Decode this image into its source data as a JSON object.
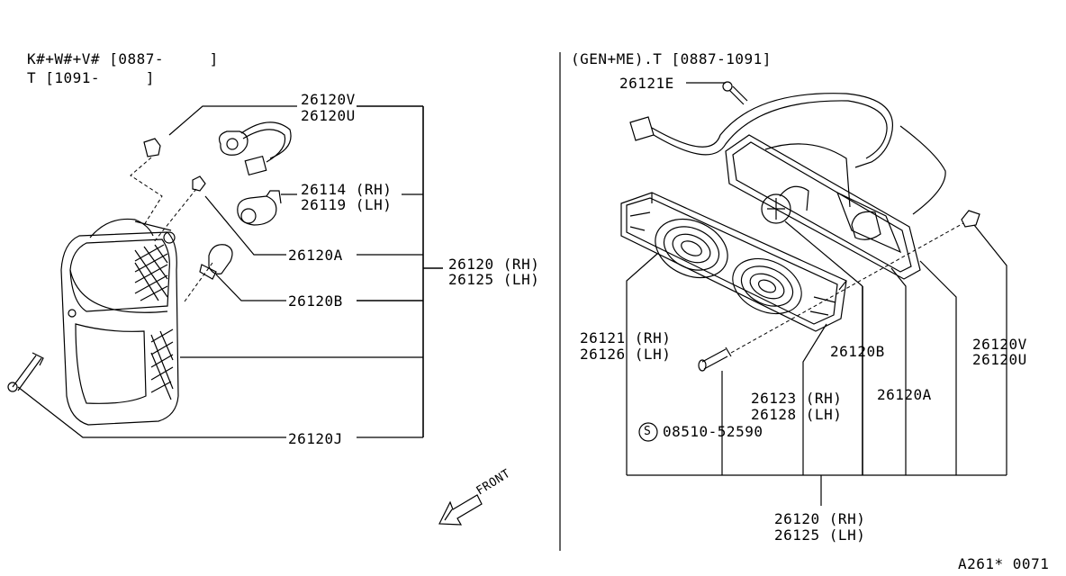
{
  "left": {
    "header_line1": "K#+W#+V# [0887-     ]",
    "header_line2": "T [1091-     ]",
    "labels": {
      "p26120V": "26120V",
      "p26120U": "26120U",
      "p26114": "26114 (RH)",
      "p26119": "26119 (LH)",
      "p26120A": "26120A",
      "p26120B": "26120B",
      "p26120J": "26120J",
      "p26120rh": "26120 (RH)",
      "p26125lh": "26125 (LH)"
    },
    "front_label": "FRONT"
  },
  "right": {
    "header": "(GEN+ME).T [0887-1091]",
    "labels": {
      "p26121E": "26121E",
      "p26121rh": "26121 (RH)",
      "p26126lh": "26126 (LH)",
      "p26120B": "26120B",
      "p26120V": "26120V",
      "p26120U": "26120U",
      "p26123rh": "26123 (RH)",
      "p26128lh": "26128 (LH)",
      "p26120A": "26120A",
      "screw_symbol": "S",
      "screw": "08510-52590",
      "p26120rh": "26120 (RH)",
      "p26125lh": "26125 (LH)"
    }
  },
  "footer_code": "A261* 0071"
}
